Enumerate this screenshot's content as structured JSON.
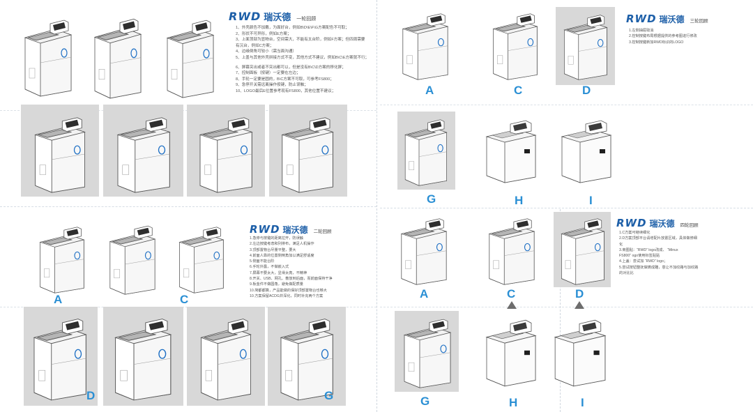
{
  "brand": {
    "latin": "RWD",
    "chinese": "瑞沃德",
    "color": "#1d5fa8",
    "letter_color": "#2a8fd4"
  },
  "sections": [
    {
      "id": "round1",
      "subtitle": "一轮回顾",
      "notes": [
        "1、外壳颜色不加戴，为面好台，例如B\\D\\E\\F\\G方案配色不可取；",
        "2、形状不可异形，例如E方案；",
        "3、上面顶部为显物台，空间需大，不能有太台阶，例如F方案；但四周需要",
        "    有沉台，例如C方案；",
        "4、边缘倒角可较小（需当面沟通）",
        "5、上盖与其他外壳拼接方式不变，其他方式不建议，例如B\\C\\E方案就不行；",
        "6、屏幕突出或者不突出都可以，但是没有B\\C\\D方案的移化屏；",
        "7、控制面板（按键）一定要在左边；",
        "8、手轮一定要是圆的，B\\C方案不可取，可参考FS800；",
        "9、急停开关需远离操作按键，防止误触；",
        "10、LOGO最后E位置参考现有FS800，其他位置不建议；"
      ]
    },
    {
      "id": "round2",
      "subtitle": "二轮回顾",
      "notes": [
        "1.急停与按键的距离拉开，防误触",
        "2.左边按键考虑和列排布，满足人机操作",
        "3.顶部置物台尽量平整，要大",
        "4.前面人靠的位置侧倒角加以满足舒适度",
        "5.侧面不能台阶",
        "6.手轮外露，不做嵌入式",
        "7.屏幕不要太大，显得太亮，不精神",
        "8.开关、USB、网孔、散放到后面，而前面保持干净",
        "9.板金件不做圆角，避免做配质量",
        "10.简都都算，产品能做的保好顶部置物台也够大",
        "10.方案保留ACDG并深化，同时补充两个方案"
      ]
    },
    {
      "id": "round3",
      "subtitle": "三轮回顾",
      "notes": [
        "1.左侧抽屉取消",
        "2.控制按键布局根据提供的参考图进行修改",
        "3.控制按键新加RWD标识的LOGO"
      ]
    },
    {
      "id": "round4",
      "subtitle": "四轮回顾",
      "notes": [
        "1.C方案可继续细化",
        "2.D方案顶部平台请增配片放置区域，具体做修细",
        "    化",
        "3.商圈贴：“RWD” logo改成、 “Minux",
        "FS800” ogo使用标签贴贴",
        "4.上盖：尝试加 “RWD” logo；",
        "5.尝试按钮整抚做铸成雕，意让不加纹路与加纹路",
        "的对比比"
      ]
    }
  ],
  "labels": {
    "r2_top_A": "A",
    "r2_top_C": "C",
    "r2_bot_D": "D",
    "r2_bot_G": "G",
    "r3_A": "A",
    "r3_C": "C",
    "r3_D": "D",
    "r3_G": "G",
    "r3_H": "H",
    "r3_I": "I",
    "r4_A": "A",
    "r4_C": "C",
    "r4_D": "D",
    "r4_G": "G",
    "r4_H": "H",
    "r4_I": "I"
  }
}
